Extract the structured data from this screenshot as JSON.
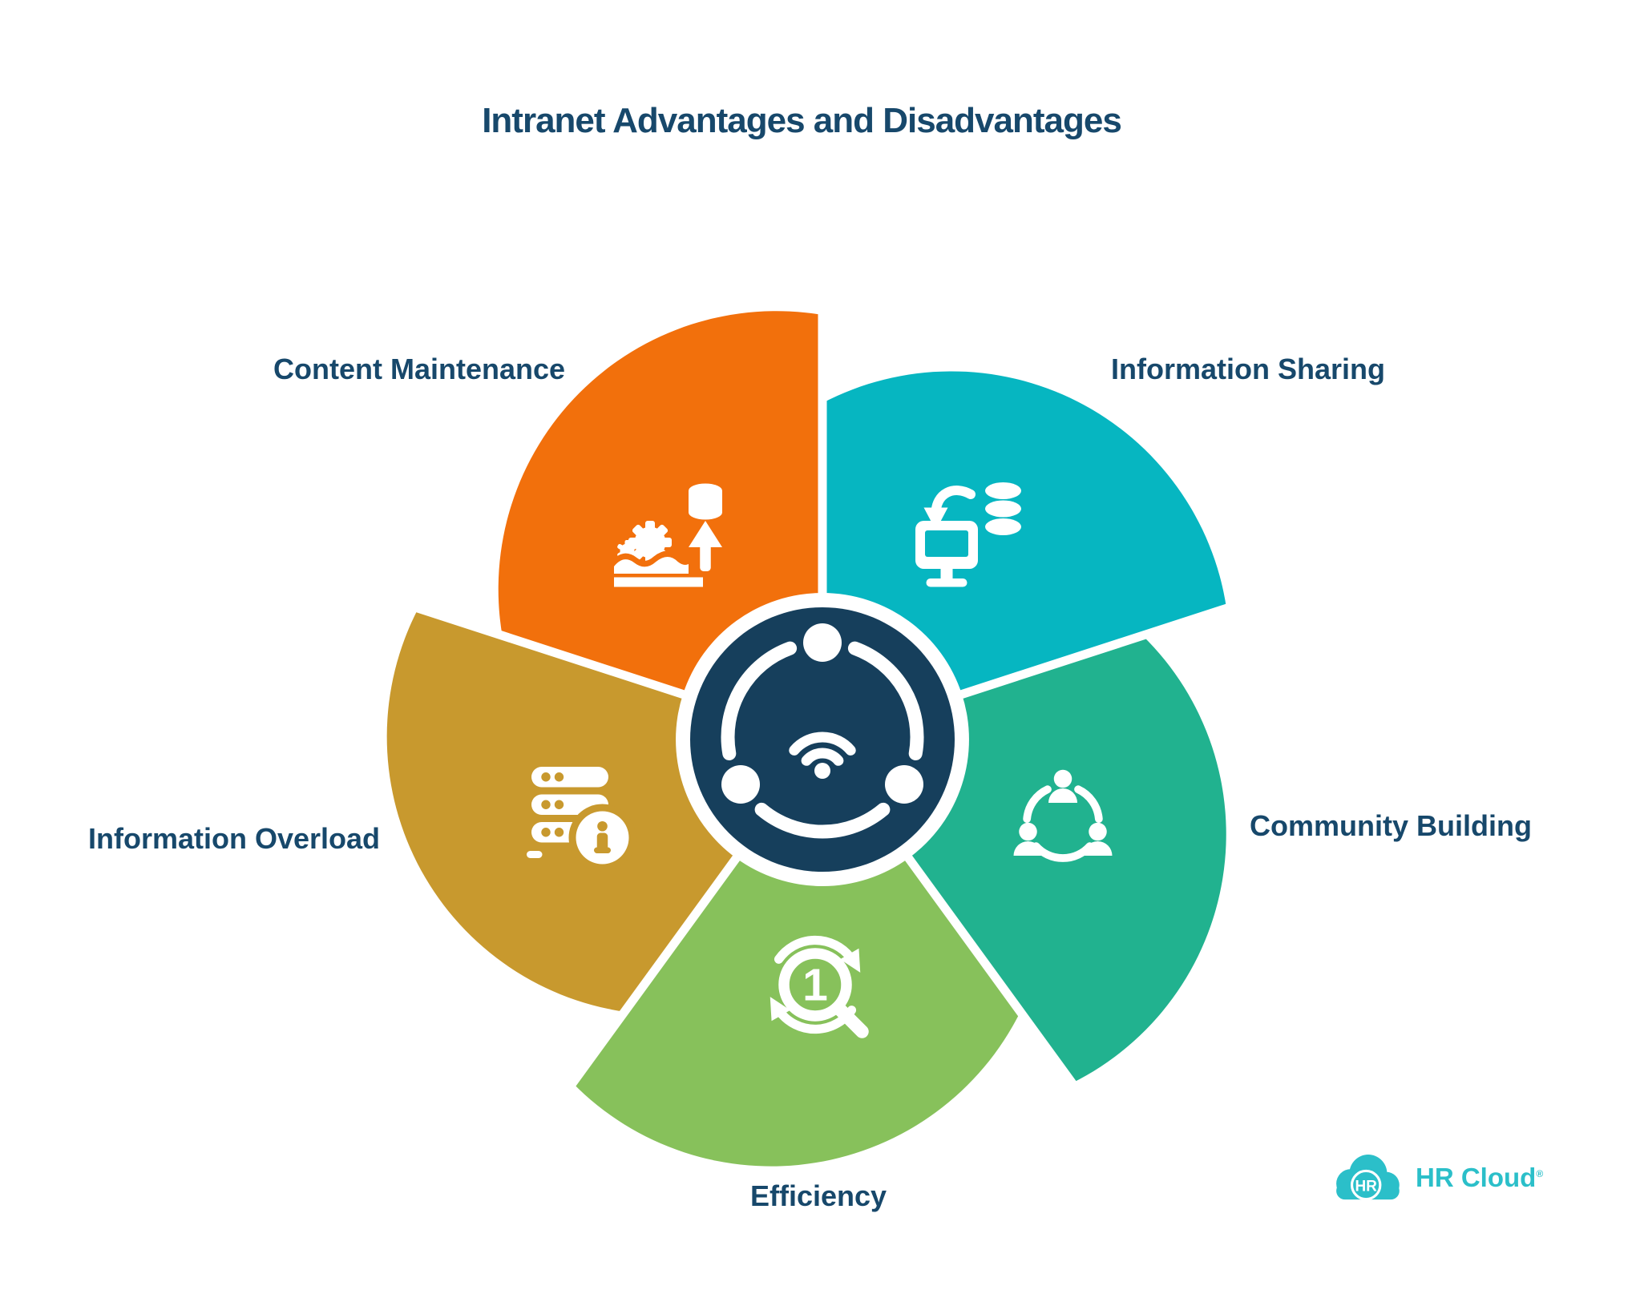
{
  "title": "Intranet Advantages and Disadvantages",
  "colors": {
    "background": "#FFFFFF",
    "text_navy": "#17486B",
    "hub_navy": "#163F5C",
    "icon_white": "#FFFFFF",
    "logo_teal": "#2BBFC9"
  },
  "wheel": {
    "center_icon": "intranet-network-icon",
    "segments": [
      {
        "label": "Content Maintenance",
        "color": "#F2700C",
        "icon": "content-maintenance-icon",
        "position": "top-left"
      },
      {
        "label": "Information Sharing",
        "color": "#06B6C1",
        "icon": "information-sharing-icon",
        "position": "top-right"
      },
      {
        "label": "Community Building",
        "color": "#21B28F",
        "icon": "community-building-icon",
        "position": "right"
      },
      {
        "label": "Efficiency",
        "color": "#87C15B",
        "icon": "efficiency-icon",
        "icon_digit": "1",
        "position": "bottom"
      },
      {
        "label": "Information Overload",
        "color": "#C8992E",
        "icon": "information-overload-icon",
        "position": "left"
      }
    ]
  },
  "branding": {
    "badge": "HR",
    "name": "HR Cloud",
    "trademark": "®"
  }
}
